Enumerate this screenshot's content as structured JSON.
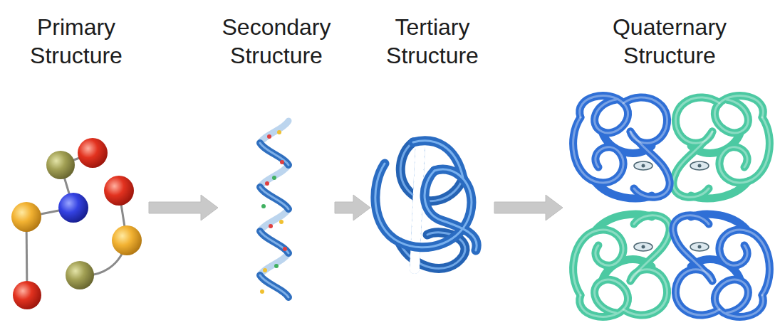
{
  "diagram": {
    "nodes": [
      {
        "text": [
          "Primary Structure"
        ]
      },
      {
        "text": [
          "Secondary Structure"
        ]
      },
      {
        "text": [
          "Tertiary Structure"
        ]
      },
      {
        "text": [
          "Quaternary Structure"
        ]
      }
    ],
    "edges": [
      {
        "from": 0,
        "to": 1,
        "arrow": "to"
      },
      {
        "from": 1,
        "to": 2,
        "arrow": "to"
      },
      {
        "from": 2,
        "to": 3,
        "arrow": "to"
      }
    ]
  }
}
